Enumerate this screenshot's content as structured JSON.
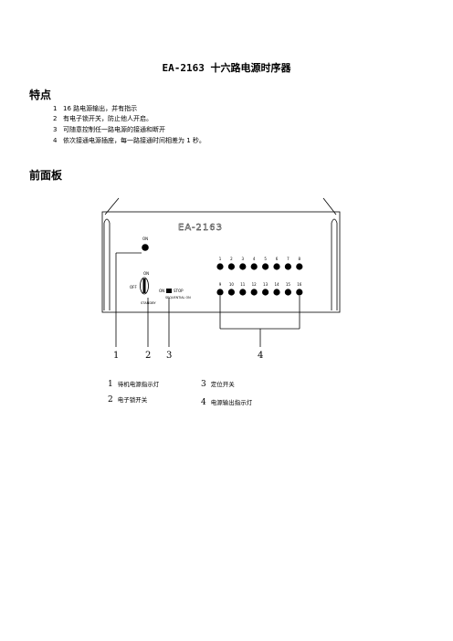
{
  "title": "EA-2163 十六路电源时序器",
  "features_heading": "特点",
  "features": [
    {
      "num": "1",
      "text": "16 路电源输出，并有指示"
    },
    {
      "num": "2",
      "text": "有电子锁开关，防止他人开启。"
    },
    {
      "num": "3",
      "text": "可随意控制任一路电源的接通和断开"
    },
    {
      "num": "4",
      "text": "依次接通电源插座，每一路接通时间相差为 1 秒。"
    }
  ],
  "front_panel_heading": "前面板",
  "panel": {
    "model_label": "EA-2163",
    "standby_led_label": "ON",
    "lock_on_label": "ON",
    "lock_off_label": "OFF",
    "lock_standby_label": "STANDBY",
    "switch_on_label": "ON",
    "switch_stop_label": "STOP",
    "switch_sub_label": "SEQUENTIAL ON",
    "top_row_numbers": [
      "1",
      "2",
      "3",
      "4",
      "5",
      "6",
      "7",
      "8"
    ],
    "bottom_row_numbers": [
      "9",
      "10",
      "11",
      "12",
      "13",
      "14",
      "15",
      "16"
    ],
    "callouts": [
      "1",
      "2",
      "3",
      "4"
    ]
  },
  "legend": [
    {
      "num": "1",
      "text": "待机电源指示灯"
    },
    {
      "num": "2",
      "text": "电子锁开关"
    },
    {
      "num": "3",
      "text": "定位开关"
    },
    {
      "num": "4",
      "text": "电源输出指示灯"
    }
  ]
}
